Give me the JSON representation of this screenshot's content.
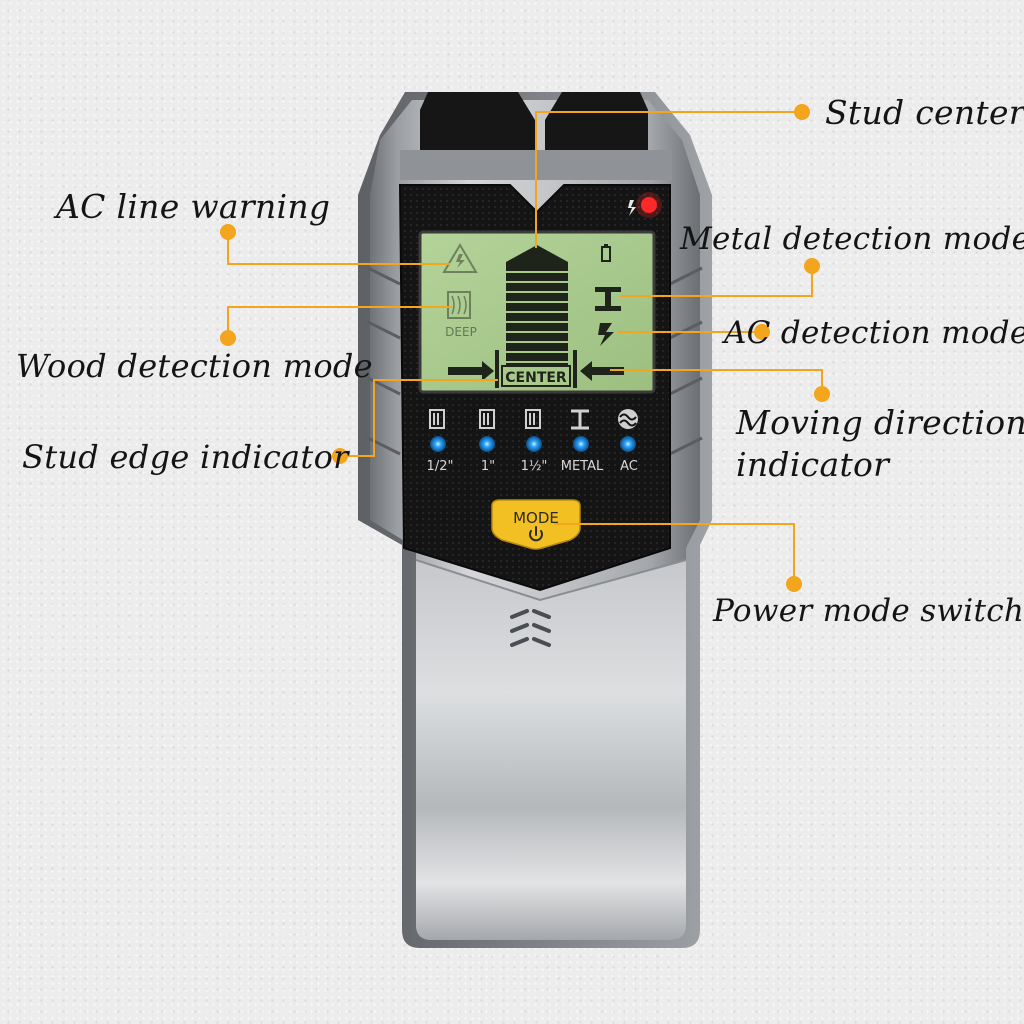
{
  "device": {
    "lcd": {
      "center_text": "CENTER",
      "deep_text": "DEEP"
    },
    "indicators": [
      {
        "label": "1/2\"",
        "icon": "wood-block-icon"
      },
      {
        "label": "1\"",
        "icon": "wood-block-icon"
      },
      {
        "label": "1½\"",
        "icon": "wood-block-icon"
      },
      {
        "label": "METAL",
        "icon": "i-beam-icon"
      },
      {
        "label": "AC",
        "icon": "ac-wave-icon"
      }
    ],
    "mode_button": {
      "label": "MODE",
      "icon": "power-icon"
    },
    "colors": {
      "lcd_green": "#a9c98c",
      "indicator_blue": "#2fa8ff",
      "mode_yellow": "#f3c023",
      "callout_orange": "#f2a51d",
      "warning_red": "#ff2a2a"
    }
  },
  "callouts": {
    "stud_center": "Stud center",
    "ac_line_warning": "AC line warning",
    "metal_detection_mode": "Metal detection mode",
    "ac_detection_mode": "AC detection mode",
    "wood_detection_mode": "Wood detection mode",
    "moving_direction_line1": "Moving direction",
    "moving_direction_line2": "indicator",
    "stud_edge_indicator": "Stud edge indicator",
    "power_mode_switch": "Power mode switch"
  }
}
